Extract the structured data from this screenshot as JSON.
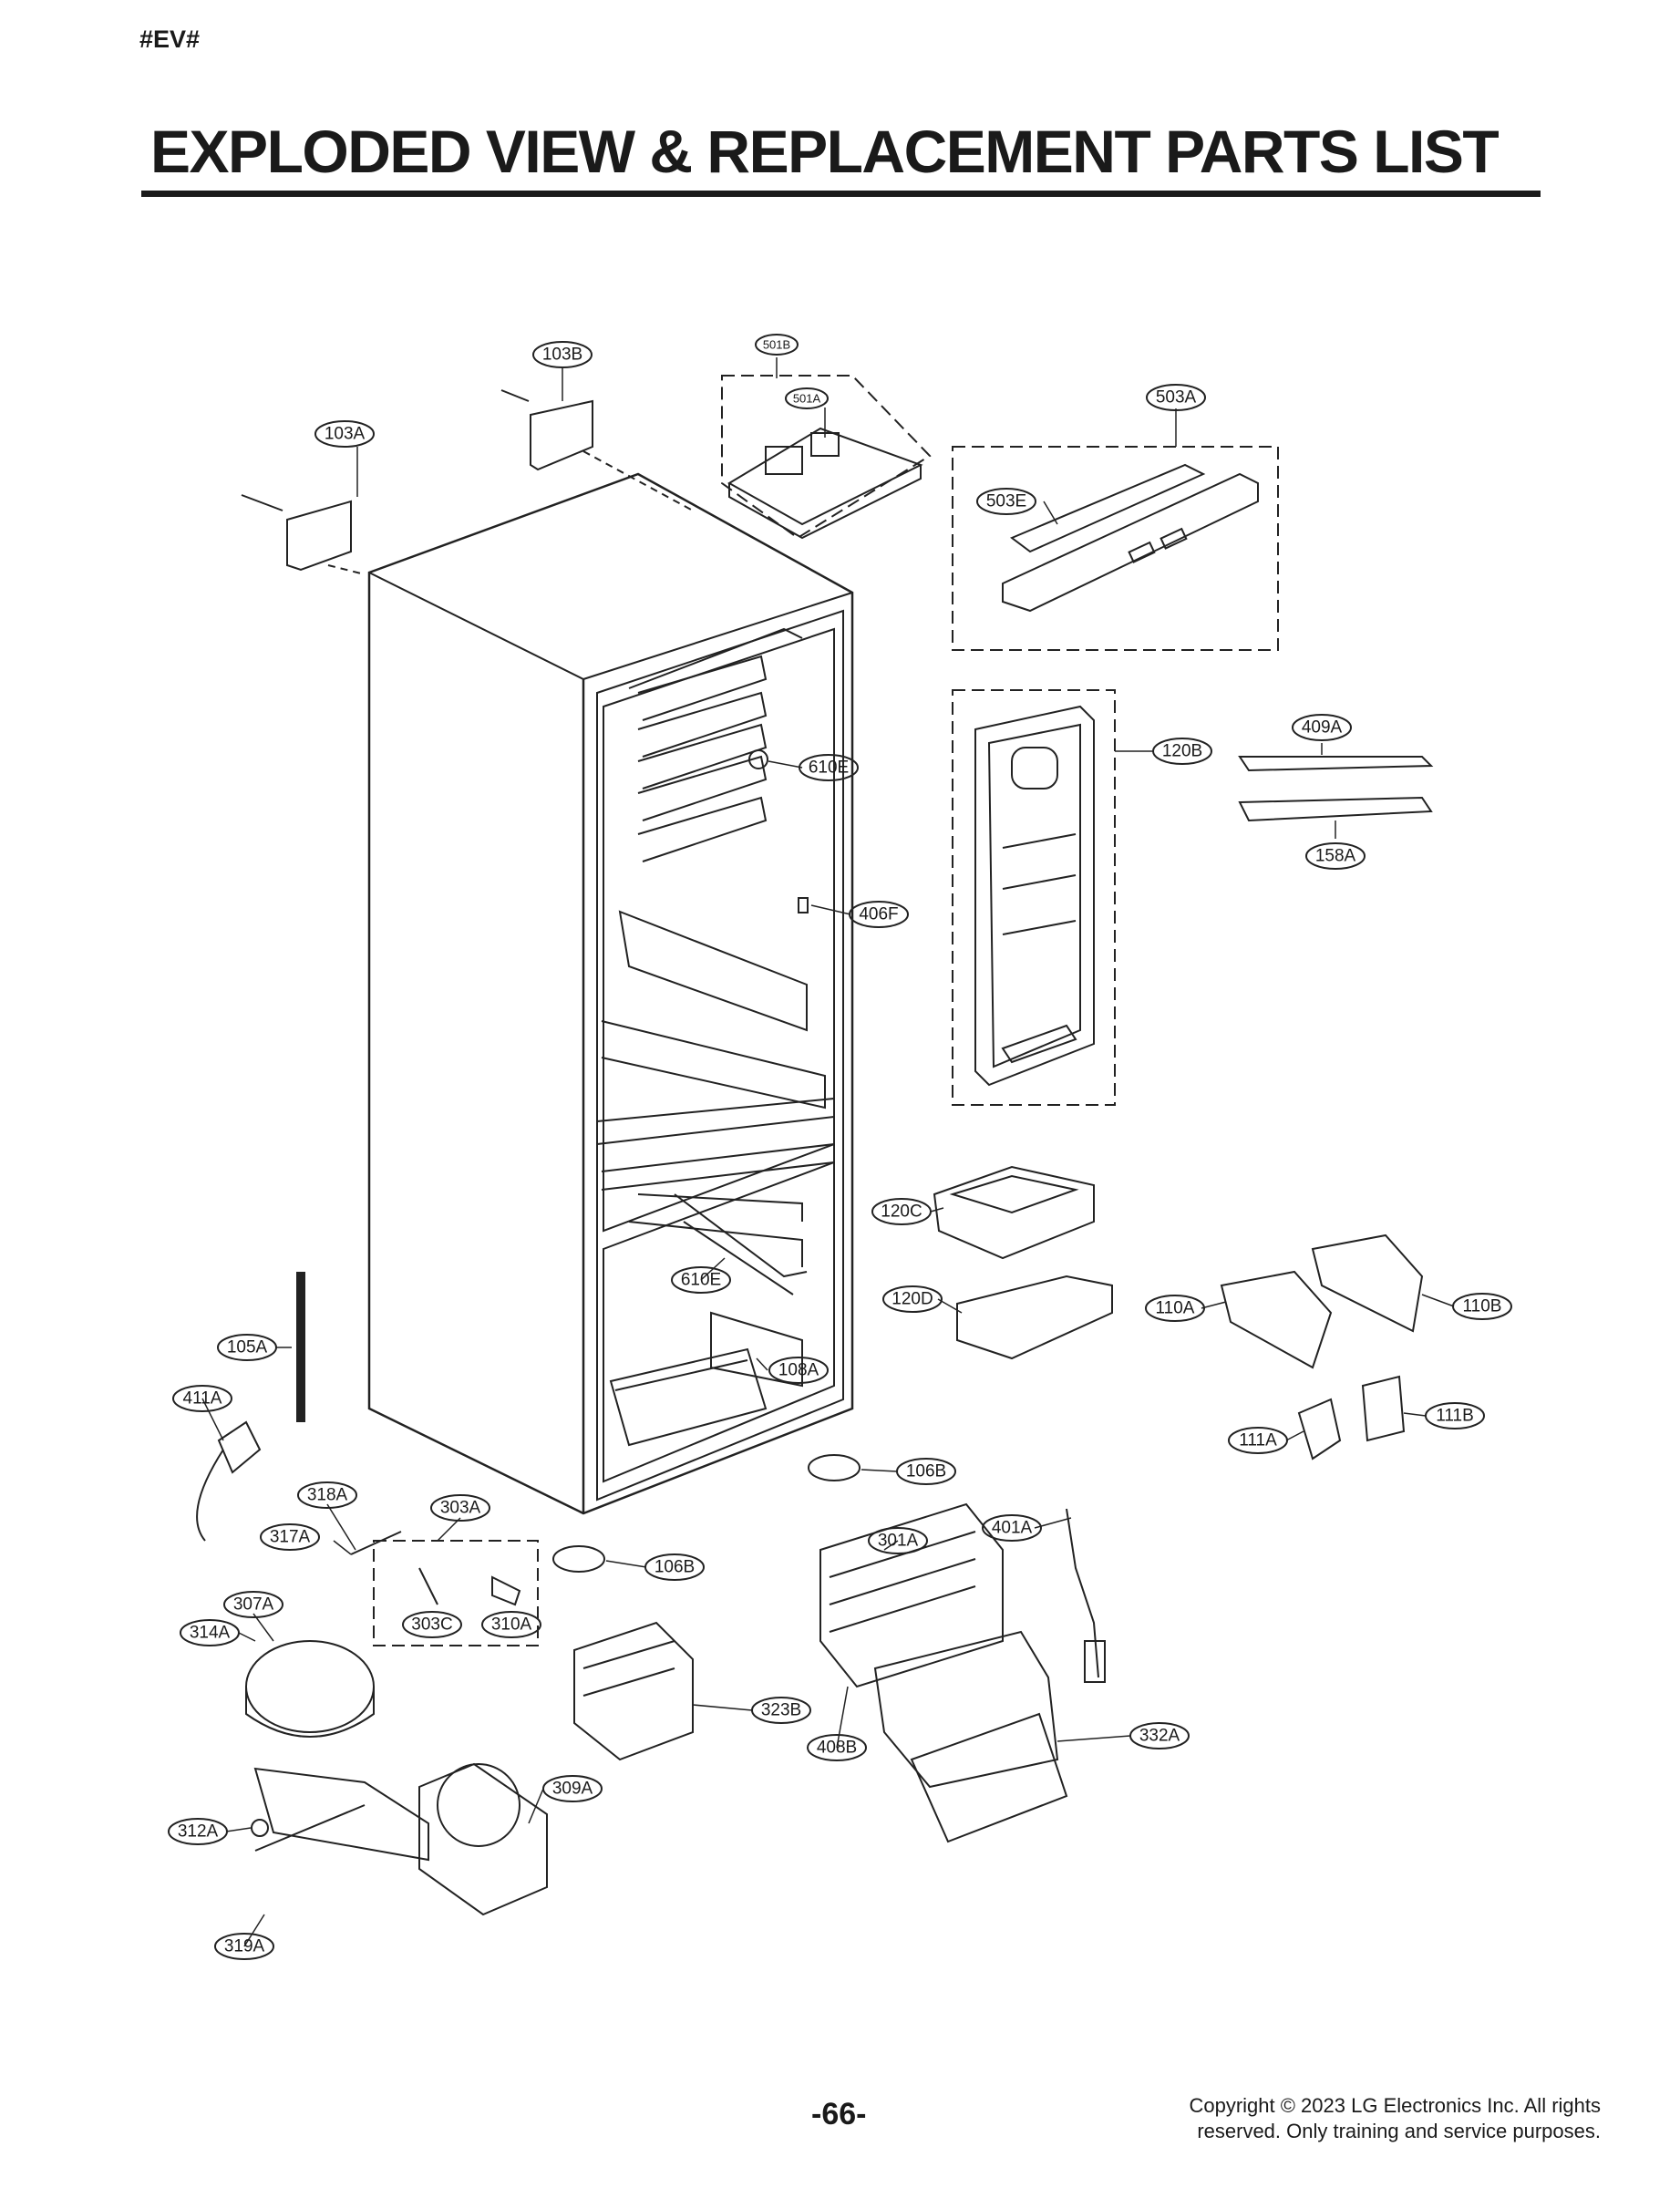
{
  "header": {
    "tag": "#EV#",
    "title": "EXPLODED VIEW & REPLACEMENT PARTS LIST"
  },
  "footer": {
    "page_number": "-66-",
    "copyright_line1": "Copyright © 2023 LG Electronics Inc. All rights",
    "copyright_line2": "reserved. Only training and service purposes."
  },
  "callouts": [
    "103B",
    "501B",
    "501A",
    "503A",
    "103A",
    "503E",
    "610E",
    "120B",
    "409A",
    "158A",
    "406F",
    "120C",
    "610E",
    "120D",
    "110A",
    "110B",
    "105A",
    "108A",
    "411A",
    "111A",
    "111B",
    "106B",
    "318A",
    "303A",
    "401A",
    "317A",
    "301A",
    "106B",
    "307A",
    "303C",
    "310A",
    "314A",
    "323B",
    "332A",
    "408B",
    "309A",
    "312A",
    "319A"
  ]
}
